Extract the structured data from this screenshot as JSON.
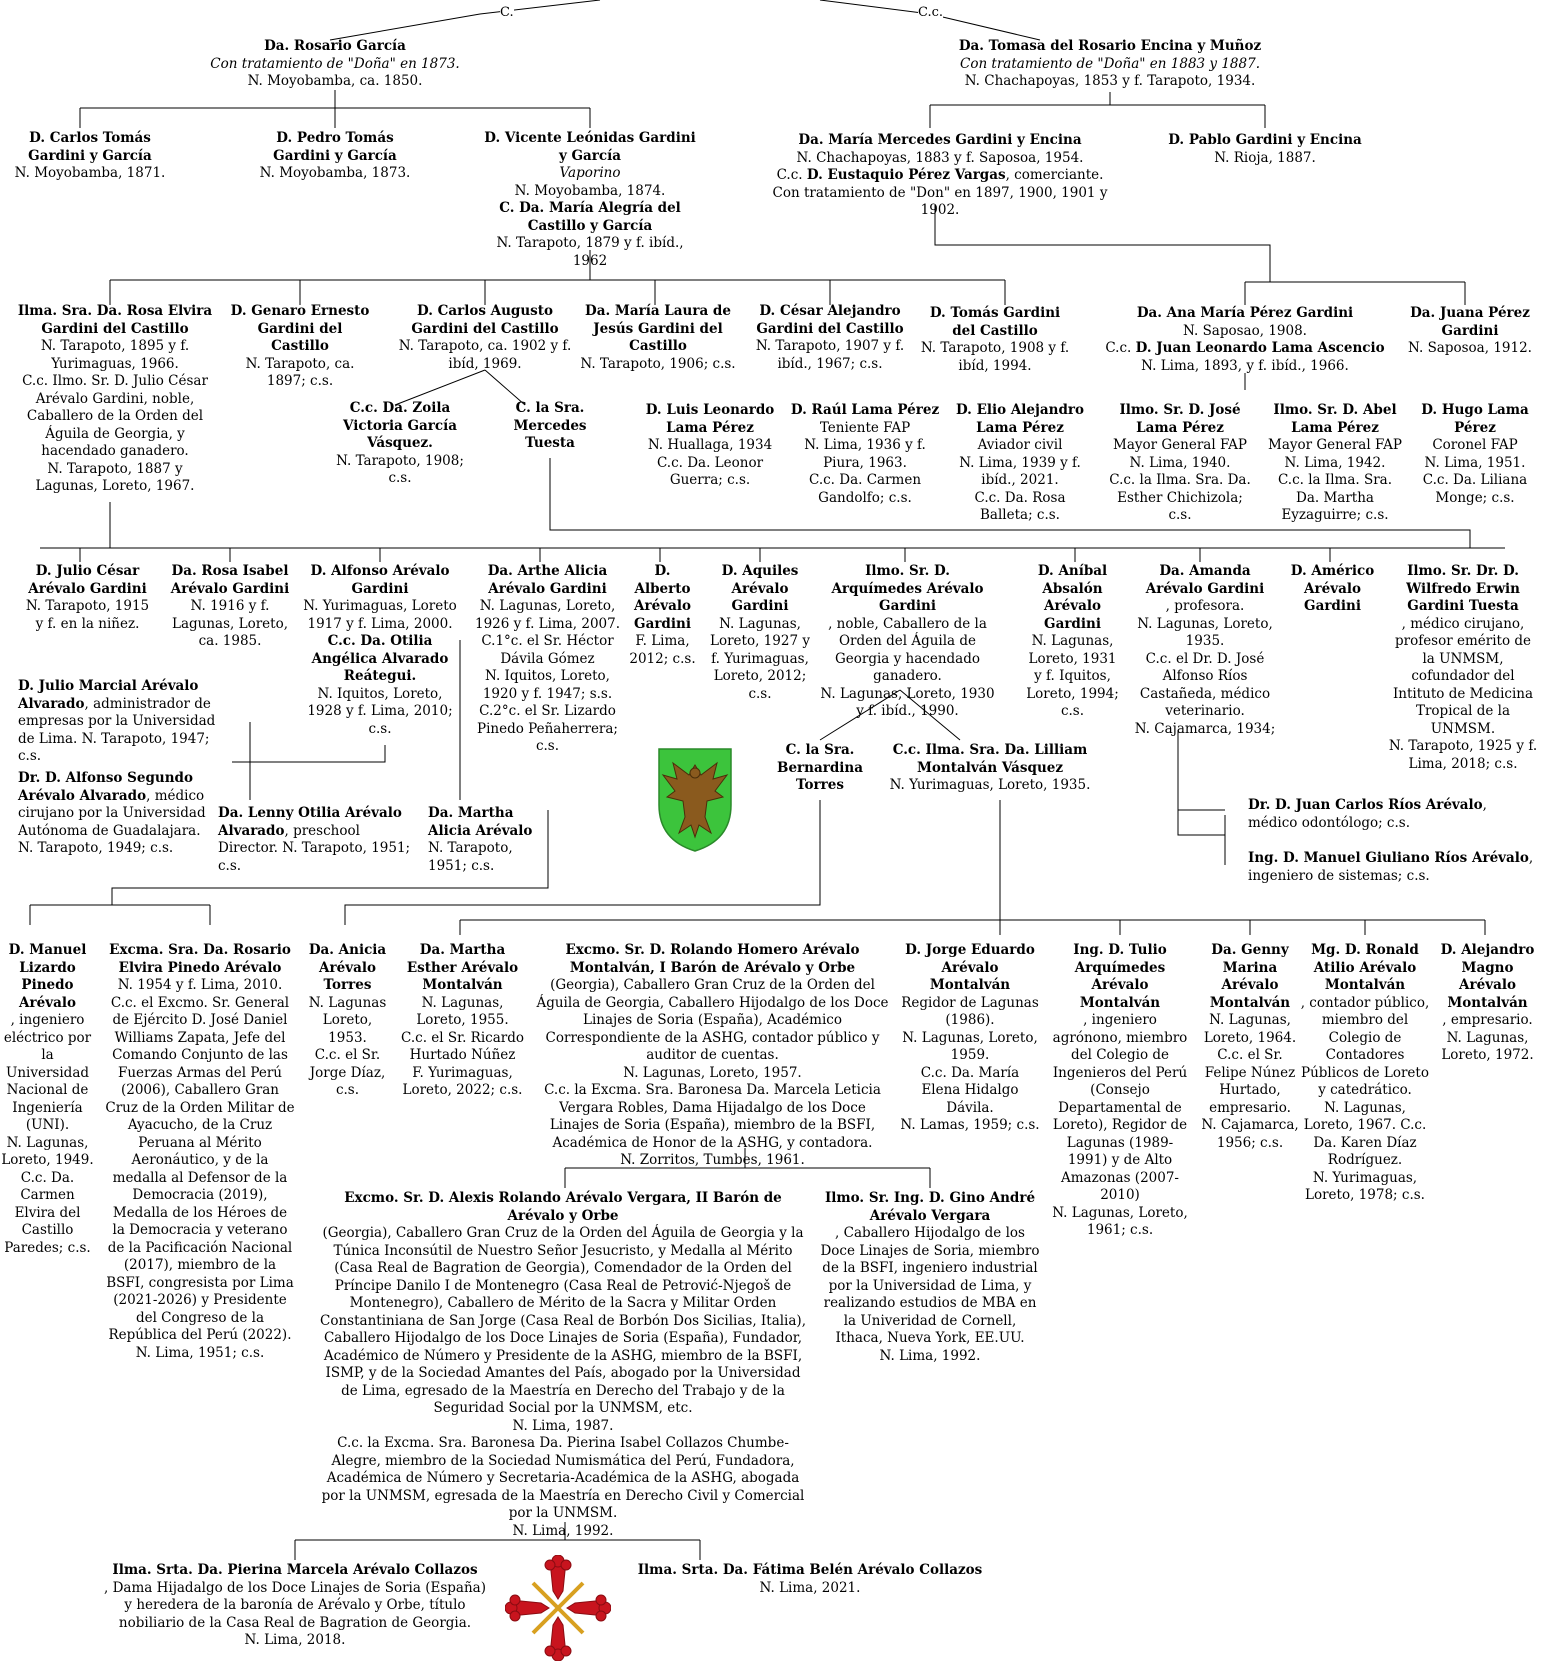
{
  "top_links": {
    "left": "C.",
    "right": "C.c."
  },
  "gen1": [
    {
      "name": "Da. Rosario García",
      "lines": [
        "N. Moyobamba, ca. 1850."
      ],
      "italic": "Con tratamiento de \"Doña\" en 1873."
    },
    {
      "name": "Da. Tomasa del Rosario Encina y Muñoz",
      "italic": "Con tratamiento de \"Doña\" en 1883 y 1887.",
      "lines": [
        "N. Chachapoyas, 1853 y f. Tarapoto, 1934."
      ]
    }
  ],
  "gen2": {
    "carlos_tomas": {
      "name": "D. Carlos Tomás Gardini y García",
      "lines": [
        "N. Moyobamba, 1871."
      ]
    },
    "pedro_tomas": {
      "name": "D. Pedro Tomás Gardini y García",
      "lines": [
        "N. Moyobamba, 1873."
      ]
    },
    "vicente": {
      "name": "D. Vicente Leónidas Gardini y García",
      "italic": "Vaporino",
      "lines": [
        "N. Moyobamba, 1874."
      ],
      "spouse": "C. Da. María Alegría del Castillo y García",
      "spouse_lines": [
        "N. Tarapoto, 1879 y f. ibíd., 1962"
      ]
    },
    "maria_mercedes": {
      "name": "Da. María Mercedes Gardini y Encina",
      "lines": [
        "N. Chachapoyas, 1883 y f. Saposoa, 1954."
      ],
      "spouse_prefix": "C.c.",
      "spouse": "D. Eustaquio Pérez Vargas",
      "spouse_suffix": ", comerciante.",
      "spouse_lines": [
        "Con tratamiento de \"Don\" en 1897, 1900, 1901 y 1902."
      ]
    },
    "pablo": {
      "name": "D. Pablo Gardini y Encina",
      "lines": [
        "N. Rioja, 1887."
      ]
    }
  },
  "gen3": {
    "rosa_elvira": {
      "name": "Ilma. Sra. Da. Rosa Elvira Gardini del Castillo",
      "lines": [
        "N. Tarapoto, 1895 y f. Yurimaguas, 1966.",
        "C.c. Ilmo. Sr. D. Julio César Arévalo Gardini, noble, Caballero de la Orden del Águila de Georgia, y hacendado ganadero.",
        "N. Tarapoto, 1887 y Lagunas, Loreto, 1967."
      ]
    },
    "genaro": {
      "name": "D. Genaro Ernesto Gardini del Castillo",
      "lines": [
        "N. Tarapoto, ca. 1897; c.s."
      ]
    },
    "carlos_augusto": {
      "name": "D. Carlos Augusto Gardini del Castillo",
      "lines": [
        "N. Tarapoto, ca. 1902 y f. ibíd, 1969."
      ]
    },
    "maria_laura": {
      "name": "Da. María Laura de Jesús Gardini del Castillo",
      "lines": [
        "N. Tarapoto, 1906; c.s."
      ]
    },
    "cesar_alejandro": {
      "name": "D. César Alejandro Gardini del Castillo",
      "lines": [
        "N. Tarapoto, 1907 y f. ibíd., 1967; c.s."
      ]
    },
    "tomas": {
      "name": "D. Tomás Gardini del Castillo",
      "lines": [
        "N. Tarapoto, 1908 y f. ibíd, 1994."
      ]
    },
    "ana_maria": {
      "name": "Da. Ana María Pérez Gardini",
      "lines": [
        "N. Saposao, 1908."
      ],
      "spouse_prefix": "C.c.",
      "spouse": "D. Juan Leonardo Lama Ascencio",
      "spouse_lines": [
        "N. Lima, 1893, y f. ibíd., 1966."
      ]
    },
    "juana": {
      "name": "Da. Juana Pérez Gardini",
      "lines": [
        "N. Saposoa, 1912."
      ]
    },
    "zoila": {
      "name": "C.c. Da. Zoila Victoria García Vásquez.",
      "lines": [
        "N. Tarapoto, 1908; c.s."
      ]
    },
    "mercedes": {
      "name": "C. la Sra. Mercedes Tuesta",
      "lines": []
    }
  },
  "lama": [
    {
      "name": "D. Luis Leonardo Lama Pérez",
      "lines": [
        "N. Huallaga, 1934",
        "C.c. Da. Leonor Guerra; c.s."
      ]
    },
    {
      "name": "D. Raúl Lama Pérez",
      "lines": [
        "Teniente FAP",
        "N. Lima, 1936 y f. Piura, 1963.",
        "C.c. Da. Carmen Gandolfo; c.s."
      ]
    },
    {
      "name": "D. Elio Alejandro Lama Pérez",
      "lines": [
        "Aviador civil",
        "N. Lima, 1939 y f. ibíd., 2021.",
        "C.c. Da. Rosa Balleta; c.s."
      ]
    },
    {
      "name": "Ilmo. Sr. D. José Lama Pérez",
      "lines": [
        "Mayor General FAP",
        "N. Lima, 1940.",
        "C.c. la Ilma. Sra. Da. Esther Chichizola; c.s."
      ]
    },
    {
      "name": "Ilmo. Sr. D. Abel Lama Pérez",
      "lines": [
        "Mayor General FAP",
        "N. Lima, 1942.",
        "C.c. la Ilma. Sra. Da. Martha Eyzaguirre; c.s."
      ]
    },
    {
      "name": "D. Hugo Lama Pérez",
      "lines": [
        "Coronel FAP",
        "N. Lima, 1951.",
        "C.c. Da. Liliana Monge; c.s."
      ]
    }
  ],
  "gen4": [
    {
      "name": "D. Julio César Arévalo Gardini",
      "lines": [
        "N. Tarapoto, 1915 y f. en la niñez."
      ]
    },
    {
      "name": "Da. Rosa Isabel Arévalo Gardini",
      "lines": [
        "N. 1916 y f. Lagunas, Loreto, ca. 1985."
      ]
    },
    {
      "name": "D. Alfonso Arévalo Gardini",
      "lines": [
        "N. Yurimaguas, Loreto 1917 y f. Lima, 2000.",
        "C.c. Da. Otilia Angélica Alvarado Reátegui.",
        "N. Iquitos, Loreto, 1928 y f. Lima, 2010; c.s."
      ]
    },
    {
      "name": "Da. Arthe Alicia Arévalo Gardini",
      "lines": [
        "N. Lagunas, Loreto, 1926 y f. Lima, 2007.",
        "C.1°c. el Sr. Héctor Dávila Gómez",
        "N. Iquitos, Loreto, 1920 y f. 1947; s.s.",
        "C.2°c. el Sr. Lizardo Pinedo Peñaherrera; c.s."
      ]
    },
    {
      "name": "D. Alberto Arévalo Gardini",
      "lines": [
        "F. Lima, 2012; c.s."
      ]
    },
    {
      "name": "D. Aquiles Arévalo Gardini",
      "lines": [
        "N. Lagunas, Loreto, 1927 y f. Yurimaguas, Loreto, 2012; c.s."
      ]
    },
    {
      "name": "Ilmo. Sr. D. Arquímedes Arévalo Gardini",
      "lines": [
        ", noble, Caballero de la Orden del Águila de Georgia y hacendado ganadero.",
        "N. Lagunas, Loreto, 1930 y f. ibíd., 1990."
      ]
    },
    {
      "name": "D. Aníbal Absalón Arévalo Gardini",
      "lines": [
        "N. Lagunas, Loreto, 1931 y f. Iquitos, Loreto, 1994; c.s."
      ]
    },
    {
      "name": "Da. Amanda Arévalo Gardini",
      "lines": [
        ", profesora.",
        "N. Lagunas, Loreto, 1935.",
        "C.c. el Dr. D. José Alfonso Ríos Castañeda, médico veterinario.",
        "N. Cajamarca, 1934;"
      ]
    },
    {
      "name": "D. Américo Arévalo Gardini",
      "lines": []
    },
    {
      "name": "Ilmo. Sr. Dr. D. Wilfredo Erwin Gardini Tuesta",
      "lines": [
        ", médico cirujano, profesor emérito de la UNMSM, cofundador del Intituto de Medicina Tropical de la UNMSM.",
        "N. Tarapoto, 1925 y f. Lima, 2018; c.s."
      ]
    }
  ],
  "alfonso_kids": [
    {
      "name": "D. Julio Marcial Arévalo Alvarado",
      "lines": [
        ", administrador de empresas por la Universidad de Lima. N. Tarapoto, 1947; c.s."
      ]
    },
    {
      "name": "Dr. D. Alfonso Segundo Arévalo Alvarado",
      "lines": [
        ", médico cirujano por la Universidad Autónoma de Guadalajara.",
        "N. Tarapoto, 1949; c.s."
      ]
    },
    {
      "name": "Da. Lenny Otilia Arévalo Alvarado",
      "lines": [
        ", preschool Director. N. Tarapoto, 1951; c.s."
      ]
    },
    {
      "name": "Da. Martha Alicia Arévalo",
      "lines": [
        "N. Tarapoto, 1951; c.s."
      ]
    }
  ],
  "arquimedes_spouses": [
    {
      "name": "C. la Sra. Bernardina Torres",
      "lines": []
    },
    {
      "name": "C.c. Ilma. Sra. Da. Lilliam Montalván Vásquez",
      "lines": [
        "N. Yurimaguas, Loreto, 1935."
      ]
    }
  ],
  "amanda_kids": [
    {
      "name": "Dr. D. Juan Carlos Ríos Arévalo",
      "lines": [
        ", médico odontólogo; c.s."
      ]
    },
    {
      "name": "Ing. D. Manuel Giuliano Ríos Arévalo",
      "lines": [
        ", ingeniero de sistemas; c.s."
      ]
    }
  ],
  "gen5": [
    {
      "name": "D. Manuel Lizardo Pinedo Arévalo",
      "lines": [
        ", ingeniero eléctrico por la Universidad Nacional de Ingeniería (UNI).",
        "N. Lagunas, Loreto, 1949.",
        "C.c. Da. Carmen Elvira del Castillo Paredes; c.s."
      ]
    },
    {
      "name": "Excma. Sra. Da. Rosario Elvira Pinedo Arévalo",
      "lines": [
        "N. 1954 y f. Lima, 2010.",
        "C.c. el Excmo. Sr. General de Ejército D. José Daniel Williams Zapata, Jefe del Comando Conjunto de las Fuerzas Armas del Perú (2006), Caballero Gran Cruz de la Orden Militar de Ayacucho, de la Cruz Peruana al Mérito Aeronáutico, y de la medalla al Defensor de la Democracia (2019), Medalla de los Héroes de la Democracia y veterano de la Pacificación Nacional (2017), miembro de la BSFI, congresista por Lima (2021-2026) y Presidente del Congreso de la República del Perú (2022).",
        "N. Lima, 1951; c.s."
      ]
    },
    {
      "name": "Da. Anicia Arévalo Torres",
      "lines": [
        "N. Lagunas Loreto, 1953.",
        "C.c. el Sr. Jorge Díaz, c.s."
      ]
    },
    {
      "name": "Da. Martha Esther Arévalo Montalván",
      "lines": [
        "N. Lagunas, Loreto, 1955.",
        "C.c. el Sr. Ricardo Hurtado Núñez",
        "F. Yurimaguas, Loreto, 2022; c.s."
      ]
    },
    {
      "name": "Excmo. Sr. D. Rolando Homero Arévalo Montalván, I Barón de Arévalo y Orbe",
      "lines": [
        "(Georgia), Caballero Gran Cruz de la Orden del Águila de Georgia, Caballero Hijodalgo de los Doce Linajes de Soria (España), Académico Correspondiente de la ASHG, contador público y auditor de cuentas.",
        "N. Lagunas, Loreto, 1957.",
        "C.c. la Excma. Sra. Baronesa Da. Marcela Leticia Vergara Robles, Dama Hijadalgo de los Doce Linajes de Soria (España), miembro de la BSFI, Académica de Honor de la ASHG, y contadora.",
        "N. Zorritos, Tumbes, 1961."
      ]
    },
    {
      "name": "D. Jorge Eduardo Arévalo Montalván",
      "lines": [
        "Regidor de Lagunas (1986).",
        "N. Lagunas, Loreto, 1959.",
        "C.c. Da. María Elena Hidalgo Dávila.",
        "N. Lamas, 1959; c.s."
      ]
    },
    {
      "name": "Ing. D. Tulio Arquímedes Arévalo Montalván",
      "lines": [
        ", ingeniero agrónono, miembro del Colegio de Ingenieros del Perú (Consejo Departamental de Loreto), Regidor de Lagunas (1989-1991) y de Alto Amazonas (2007-2010)",
        "N. Lagunas, Loreto, 1961; c.s."
      ]
    },
    {
      "name": "Da. Genny Marina Arévalo Montalván",
      "lines": [
        "N. Lagunas, Loreto, 1964. C.c. el Sr. Felipe Núnez Hurtado, empresario.",
        "N. Cajamarca, 1956; c.s."
      ]
    },
    {
      "name": "Mg. D. Ronald Atilio Arévalo Montalván",
      "lines": [
        ", contador público, miembro del Colegio de Contadores Públicos de Loreto y catedrático.",
        "N. Lagunas, Loreto, 1967. C.c. Da. Karen Díaz Rodríguez.",
        "N. Yurimaguas, Loreto, 1978; c.s."
      ]
    },
    {
      "name": "D. Alejandro Magno Arévalo Montalván",
      "lines": [
        ", empresario.",
        "N. Lagunas, Loreto, 1972."
      ]
    }
  ],
  "gen6": [
    {
      "name": "Excmo. Sr. D. Alexis Rolando Arévalo Vergara, II Barón de Arévalo y Orbe",
      "lines": [
        "(Georgia), Caballero Gran Cruz de la Orden del Águila de Georgia y la Túnica Inconsútil de Nuestro Señor Jesucristo, y Medalla al Mérito (Casa Real de Bagration de Georgia), Comendador de la Orden del Príncipe Danilo I de Montenegro (Casa Real de Petrović-Njegoš de Montenegro), Caballero de Mérito de la Sacra y Militar Orden Constantiniana de San Jorge (Casa Real de Borbón Dos Sicilias, Italia), Caballero Hijodalgo de los Doce Linajes de Soria (España), Fundador, Académico de Número y Presidente de la ASHG, miembro de la BSFI, ISMP, y de la Sociedad Amantes del País, abogado por la Universidad de Lima, egresado de la Maestría en Derecho del Trabajo y de la Seguridad Social por la UNMSM, etc.",
        "N. Lima, 1987.",
        "C.c. la Excma. Sra. Baronesa Da. Pierina Isabel Collazos Chumbe-Alegre, miembro de la Sociedad Numismática del Perú, Fundadora, Académica de Número y Secretaria-Académica de la ASHG, abogada por la UNMSM, egresada de la Maestría en Derecho Civil y Comercial por la UNMSM.",
        "N. Lima, 1992."
      ]
    },
    {
      "name": "Ilmo. Sr. Ing. D. Gino André Arévalo Vergara",
      "lines": [
        ", Caballero Hijodalgo de los Doce Linajes de Soria, miembro de la BSFI, ingeniero industrial por la Universidad de Lima, y realizando estudios de MBA en la Univeridad de Cornell, Ithaca, Nueva York, EE.UU.",
        "N. Lima, 1992."
      ]
    }
  ],
  "gen7": [
    {
      "name": "Ilma. Srta. Da. Pierina Marcela Arévalo Collazos",
      "lines": [
        ", Dama Hijadalgo de los Doce Linajes de Soria (España) y heredera de la baronía de Arévalo y Orbe, título nobiliario de la Casa Real de Bagration de Georgia.",
        "N. Lima, 2018."
      ]
    },
    {
      "name": "Ilma. Srta. Da. Fátima Belén Arévalo Collazos",
      "lines": [
        "N. Lima, 2021."
      ]
    }
  ],
  "icons": {
    "coat_of_arms": "eagle-coat-of-arms-icon",
    "cross": "calatrava-cross-icon"
  },
  "colors": {
    "shield_green": "#3cc43c",
    "eagle": "#8a5a1e",
    "cross_red": "#c8141e"
  }
}
